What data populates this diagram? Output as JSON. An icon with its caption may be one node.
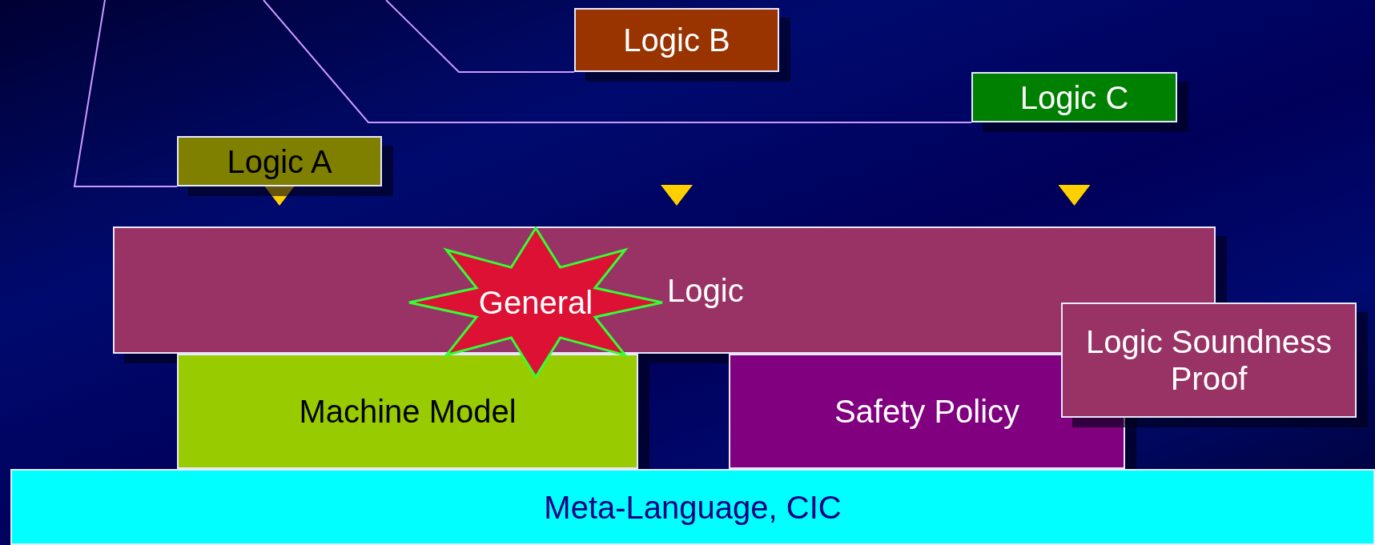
{
  "diagram": {
    "nodes": [
      {
        "text": [
          "Logic B"
        ]
      },
      {
        "text": [
          "Logic C"
        ]
      },
      {
        "text": [
          "Logic A"
        ]
      },
      {
        "text": [
          "Logic"
        ]
      },
      {
        "text": [
          "General"
        ]
      },
      {
        "text": [
          "Machine Model"
        ]
      },
      {
        "text": [
          "Safety Policy"
        ]
      },
      {
        "text": [
          "Logic Soundness Proof"
        ]
      },
      {
        "text": [
          "Meta-Language, CIC"
        ]
      }
    ],
    "edges": [
      {
        "from": 2,
        "to": null,
        "arrow": "none"
      },
      {
        "from": 0,
        "to": null,
        "arrow": "none"
      },
      {
        "from": 1,
        "to": null,
        "arrow": "none"
      },
      {
        "from": 2,
        "to": 3,
        "arrow": "to"
      },
      {
        "from": 0,
        "to": 3,
        "arrow": "to"
      },
      {
        "from": 1,
        "to": 3,
        "arrow": "to"
      }
    ]
  }
}
